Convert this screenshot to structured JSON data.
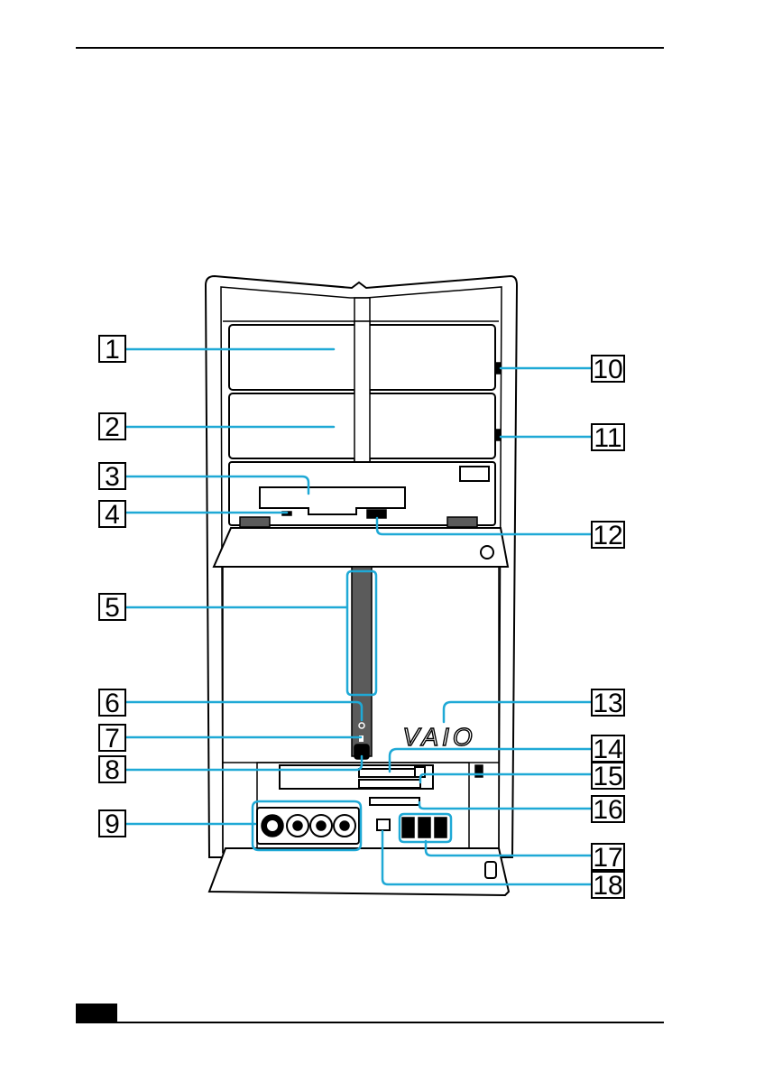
{
  "diagram": {
    "callouts": [
      {
        "label": "1"
      },
      {
        "label": "2"
      },
      {
        "label": "3"
      },
      {
        "label": "4"
      },
      {
        "label": "5"
      },
      {
        "label": "6"
      },
      {
        "label": "7"
      },
      {
        "label": "8"
      },
      {
        "label": "9"
      },
      {
        "label": "10"
      },
      {
        "label": "11"
      },
      {
        "label": "12"
      },
      {
        "label": "13"
      },
      {
        "label": "14"
      },
      {
        "label": "15"
      },
      {
        "label": "16"
      },
      {
        "label": "17"
      },
      {
        "label": "18"
      }
    ],
    "brand_logo": "VAIO",
    "colors": {
      "leader": "#1fa9d6",
      "outline": "#000000",
      "panel": "#5b5b5b"
    }
  }
}
